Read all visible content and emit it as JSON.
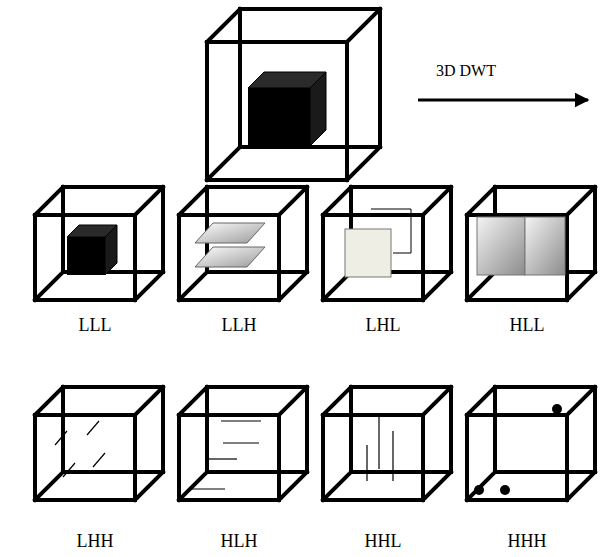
{
  "diagram": {
    "labels": [
      "3D DWT",
      "LLL",
      "LLH",
      "LHL",
      "HLL",
      "LHH",
      "HLH",
      "HHL",
      "HHH"
    ]
  }
}
